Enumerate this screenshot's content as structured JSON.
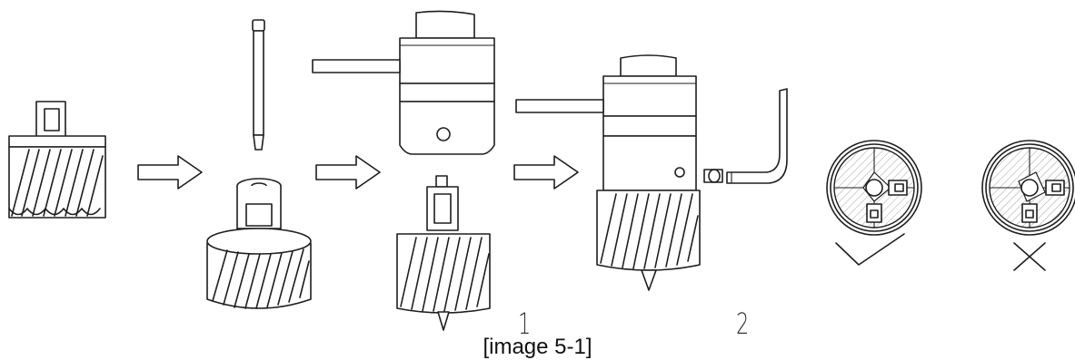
{
  "figure": {
    "caption": "[image 5-1]",
    "step_labels": [
      "1",
      "2"
    ],
    "correct_mark": "check-mark",
    "incorrect_mark": "cross-mark"
  }
}
